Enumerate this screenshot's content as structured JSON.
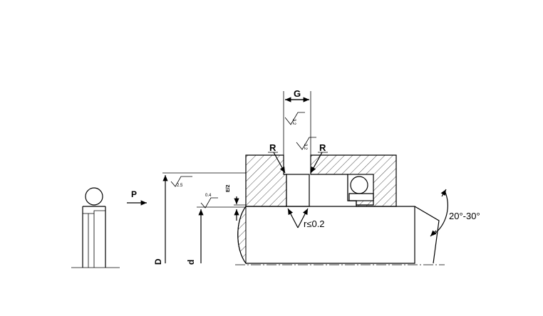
{
  "labels": {
    "gap_width": "G",
    "radius_left": "R",
    "radius_right": "R",
    "pressure": "P",
    "bore_diameter": "D",
    "rod_diameter": "d",
    "corner_radius": "r≤0.2",
    "chamfer_angle": "20°-30°",
    "extrusion_gap": "E/2"
  },
  "roughness": {
    "groove_flank": "3.2",
    "groove_flank_right": "3.2",
    "groove_bottom": "2.5",
    "rod_surface": "0.4"
  }
}
